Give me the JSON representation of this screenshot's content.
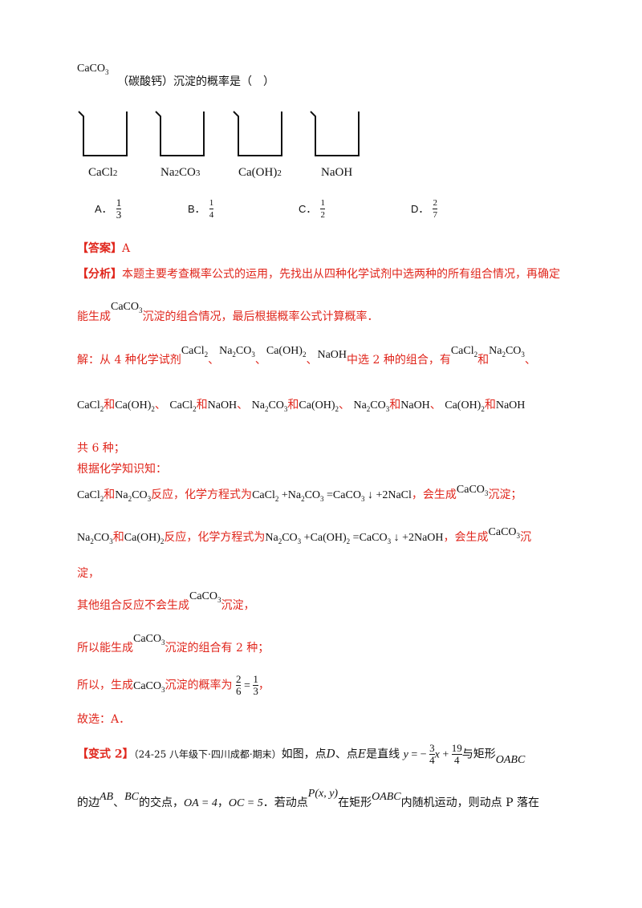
{
  "question": {
    "formula": "CaCO",
    "formula_sub": "3",
    "text": "（碳酸钙）沉淀的概率是（　）"
  },
  "beakers": [
    {
      "label": "CaCl",
      "sub": "2"
    },
    {
      "label": "Na",
      "sub2a": "2",
      "mid": "CO",
      "sub2b": "3"
    },
    {
      "label": "Ca(OH)",
      "sub": "2"
    },
    {
      "label": "NaOH"
    }
  ],
  "options": [
    {
      "letter": "A．",
      "num": "1",
      "den": "3"
    },
    {
      "letter": "B．",
      "num": "1",
      "den": "4"
    },
    {
      "letter": "C．",
      "num": "1",
      "den": "2"
    },
    {
      "letter": "D．",
      "num": "2",
      "den": "7"
    }
  ],
  "answer": {
    "tag": "【答案】",
    "value": "A"
  },
  "analysis": {
    "tag": "【分析】",
    "line1": "本题主要考查概率公式的运用，先找出从四种化学试剂中选两种的所有组合情况，再确定",
    "line2a": "能生成",
    "line2b": "沉淀的组合情况，最后根据概率公式计算概率．"
  },
  "solution": {
    "l1a": "解：从 4 种化学试剂",
    "l1b": "中选 2 种的组合，有",
    "he": "和",
    "dun": "、",
    "total": "共 6 种；",
    "knowledge": "根据化学知识知：",
    "react": "反应，化学方程式为",
    "will": "，会生成",
    "precip": "沉淀；",
    "precip_a": "沉",
    "precip_b": "淀，",
    "other": "其他组合反应不会生成",
    "other_end": "沉淀，",
    "so": "所以能生成",
    "so_end": "沉淀的组合有 2 种；",
    "so2": "所以，生成",
    "prob": "沉淀的概率为",
    "comma": "，",
    "choose": "故选：A．"
  },
  "variant": {
    "tag": "【变式 2】",
    "source": "（24-25 八年级下·四川成都·期末）",
    "l1a": "如图，点",
    "D": "D",
    "l1b": "、点",
    "E": "E",
    "l1c": "是直线",
    "l1d": "与矩形",
    "rect": "OABC",
    "l2a": "的边",
    "AB": "AB",
    "dun": "、",
    "BC": "BC",
    "l2b": "的交点，",
    "OA": "OA = 4",
    "comma": "，",
    "OC": "OC = 5",
    "l2c": "．若动点",
    "P": "P(x, y)",
    "l2d": "在矩形",
    "l2e": "内随机运动，则动点 P 落在"
  }
}
